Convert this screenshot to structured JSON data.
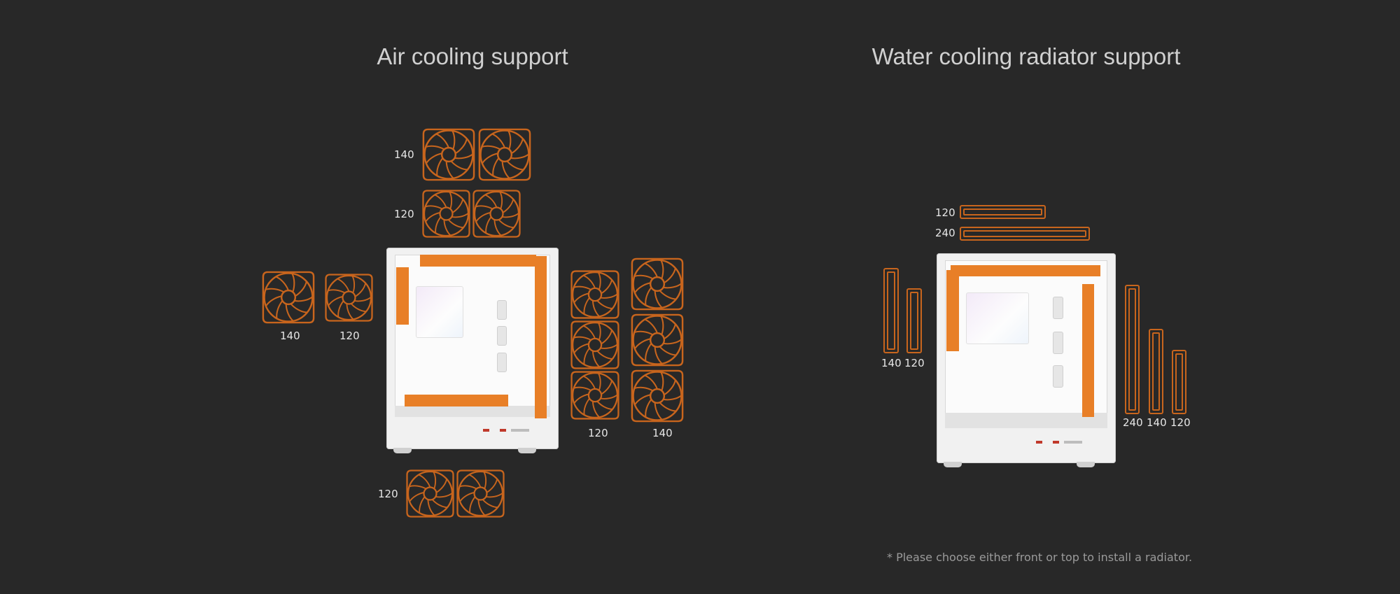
{
  "air": {
    "title": "Air cooling support",
    "labels": {
      "top140": "140",
      "top120": "120",
      "rear140": "140",
      "rear120": "120",
      "front120": "120",
      "front140": "140",
      "bottom120": "120"
    }
  },
  "water": {
    "title": "Water cooling radiator support",
    "labels": {
      "top120": "120",
      "top240": "240",
      "rear140": "140",
      "rear120": "120",
      "front240": "240",
      "front140": "140",
      "front120": "120"
    },
    "note": "* Please choose either front or top to install a radiator."
  },
  "colors": {
    "accent": "#c8651d",
    "background": "#282828"
  }
}
